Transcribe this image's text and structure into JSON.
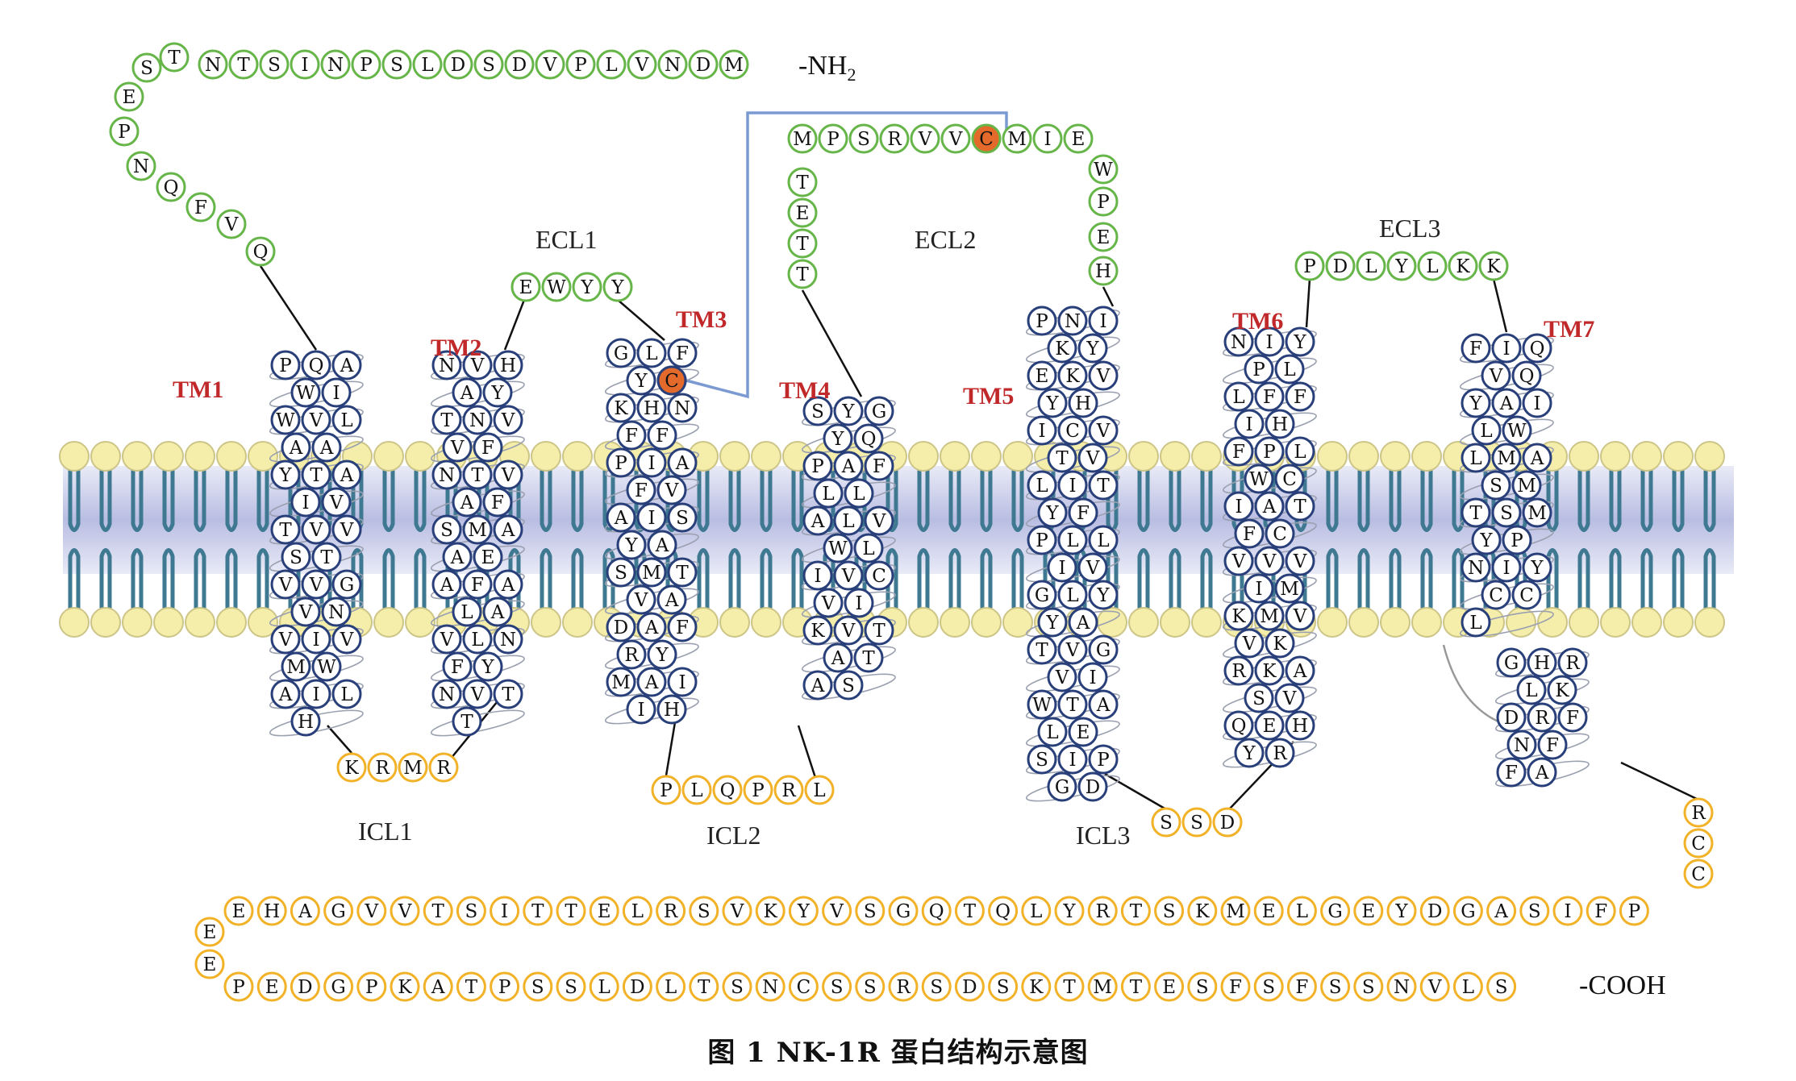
{
  "colors": {
    "extracellular_ring": "#66b548",
    "intracellular_ring": "#f1b227",
    "tm_ring": "#283f7a",
    "cys_fill": "#e46a2c",
    "disulfide_line": "#7c9ad2",
    "tm_label": "#c0282a",
    "lipid_head": "#f4eeaa",
    "lipid_head_stroke": "#cdc588",
    "lipid_tail": "#3e7891",
    "membrane_band": "#c9cce8"
  },
  "terminal_labels": {
    "n_term": "-NH",
    "n_sub": "2",
    "c_term": "-COOH"
  },
  "loop_labels": {
    "ECL1": "ECL1",
    "ECL2": "ECL2",
    "ECL3": "ECL3",
    "ICL1": "ICL1",
    "ICL2": "ICL2",
    "ICL3": "ICL3"
  },
  "tm_labels": [
    "TM1",
    "TM2",
    "TM3",
    "TM4",
    "TM5",
    "TM6",
    "TM7"
  ],
  "caption": "图 1   NK-1R 蛋白结构示意图",
  "sequences": {
    "n_terminus": [
      "Q",
      "V",
      "F",
      "Q",
      "N",
      "P",
      "E",
      "S",
      "T",
      "N",
      "T",
      "S",
      "I",
      "N",
      "P",
      "S",
      "L",
      "D",
      "S",
      "D",
      "V",
      "P",
      "L",
      "V",
      "N",
      "D",
      "M"
    ],
    "ecl1": [
      "E",
      "W",
      "Y",
      "Y"
    ],
    "ecl2": [
      "T",
      "T",
      "E",
      "T",
      "M",
      "P",
      "S",
      "R",
      "V",
      "V",
      "C",
      "M",
      "I",
      "E",
      "W",
      "P",
      "E",
      "H"
    ],
    "ecl3": [
      "P",
      "D",
      "L",
      "Y",
      "L",
      "K",
      "K"
    ],
    "icl1": [
      "K",
      "R",
      "M",
      "R"
    ],
    "icl2": [
      "P",
      "L",
      "Q",
      "P",
      "R",
      "L"
    ],
    "icl3": [
      "S",
      "S",
      "D"
    ],
    "c_term_drop": [
      "R",
      "C",
      "C"
    ],
    "c_terminus_row1": [
      "E",
      "H",
      "A",
      "G",
      "V",
      "V",
      "T",
      "S",
      "I",
      "T",
      "T",
      "E",
      "L",
      "R",
      "S",
      "V",
      "K",
      "Y",
      "V",
      "S",
      "G",
      "Q",
      "T",
      "Q",
      "L",
      "Y",
      "R",
      "T",
      "S",
      "K",
      "M",
      "E",
      "L",
      "G",
      "E",
      "Y",
      "D",
      "G",
      "A",
      "S",
      "I",
      "F",
      "P"
    ],
    "c_terminus_turn": [
      "E",
      "E"
    ],
    "c_terminus_row2": [
      "P",
      "E",
      "D",
      "G",
      "P",
      "K",
      "A",
      "T",
      "P",
      "S",
      "S",
      "L",
      "D",
      "L",
      "T",
      "S",
      "N",
      "C",
      "S",
      "S",
      "R",
      "S",
      "D",
      "S",
      "K",
      "T",
      "M",
      "T",
      "E",
      "S",
      "F",
      "S",
      "F",
      "S",
      "S",
      "N",
      "V",
      "L",
      "S"
    ],
    "tm1": [
      "P",
      "Q",
      "A",
      "W",
      "I",
      "W",
      "V",
      "L",
      "A",
      "A",
      "Y",
      "T",
      "A",
      "I",
      "V",
      "T",
      "V",
      "V",
      "S",
      "T",
      "V",
      "V",
      "G",
      "V",
      "N",
      "V",
      "I",
      "V",
      "M",
      "W",
      "A",
      "I",
      "L",
      "H"
    ],
    "tm2": [
      "N",
      "V",
      "H",
      "A",
      "Y",
      "T",
      "N",
      "V",
      "V",
      "F",
      "N",
      "T",
      "V",
      "A",
      "F",
      "S",
      "M",
      "A",
      "A",
      "E",
      "A",
      "F",
      "A",
      "L",
      "A",
      "V",
      "L",
      "N",
      "F",
      "Y",
      "N",
      "V",
      "T",
      "T"
    ],
    "tm3": [
      "G",
      "L",
      "F",
      "Y",
      "C",
      "K",
      "H",
      "N",
      "F",
      "F",
      "P",
      "I",
      "A",
      "F",
      "V",
      "A",
      "I",
      "S",
      "Y",
      "A",
      "S",
      "M",
      "T",
      "V",
      "A",
      "D",
      "A",
      "F",
      "R",
      "Y",
      "M",
      "A",
      "I",
      "I",
      "H"
    ],
    "tm4": [
      "S",
      "Y",
      "G",
      "Y",
      "Q",
      "P",
      "A",
      "F",
      "L",
      "L",
      "A",
      "L",
      "V",
      "W",
      "L",
      "I",
      "V",
      "C",
      "V",
      "I",
      "K",
      "V",
      "T",
      "A",
      "T",
      "A",
      "S"
    ],
    "tm5": [
      "P",
      "N",
      "I",
      "K",
      "Y",
      "E",
      "K",
      "V",
      "Y",
      "H",
      "I",
      "C",
      "V",
      "T",
      "V",
      "L",
      "I",
      "T",
      "Y",
      "F",
      "P",
      "L",
      "L",
      "I",
      "V",
      "G",
      "L",
      "Y",
      "Y",
      "A",
      "T",
      "V",
      "G",
      "V",
      "I",
      "W",
      "T",
      "A",
      "L",
      "E",
      "S",
      "I",
      "P",
      "G",
      "D"
    ],
    "tm6": [
      "N",
      "I",
      "Y",
      "P",
      "L",
      "L",
      "F",
      "F",
      "I",
      "H",
      "F",
      "P",
      "L",
      "W",
      "C",
      "I",
      "A",
      "T",
      "F",
      "C",
      "V",
      "V",
      "V",
      "I",
      "M",
      "K",
      "M",
      "V",
      "V",
      "K",
      "R",
      "K",
      "A",
      "S",
      "V",
      "Q",
      "E",
      "H",
      "Y",
      "R"
    ],
    "tm7": [
      "F",
      "I",
      "Q",
      "V",
      "Q",
      "Y",
      "A",
      "I",
      "L",
      "W",
      "L",
      "M",
      "A",
      "S",
      "M",
      "T",
      "S",
      "M",
      "Y",
      "P",
      "N",
      "I",
      "Y",
      "C",
      "C",
      "L"
    ],
    "helix8": [
      "G",
      "H",
      "R",
      "L",
      "K",
      "D",
      "R",
      "F",
      "N",
      "F",
      "F",
      "A"
    ]
  }
}
